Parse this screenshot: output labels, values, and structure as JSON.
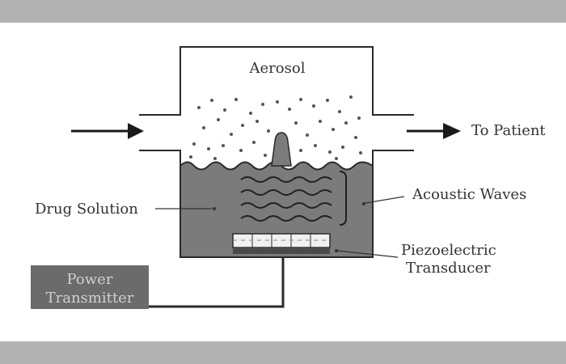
{
  "diagram": {
    "labels": {
      "aerosol": "Aerosol",
      "to_patient": "To Patient",
      "acoustic_waves": "Acoustic Waves",
      "drug_solution": "Drug Solution",
      "piezo_line1": "Piezoelectric",
      "piezo_line2": "Transducer",
      "power_line1": "Power",
      "power_line2": "Transmitter"
    },
    "colors": {
      "solution": "#7b7b7b",
      "outline": "#2a2a2a",
      "power_box": "#6b6b6b",
      "background_band": "#b1b3b2"
    }
  }
}
